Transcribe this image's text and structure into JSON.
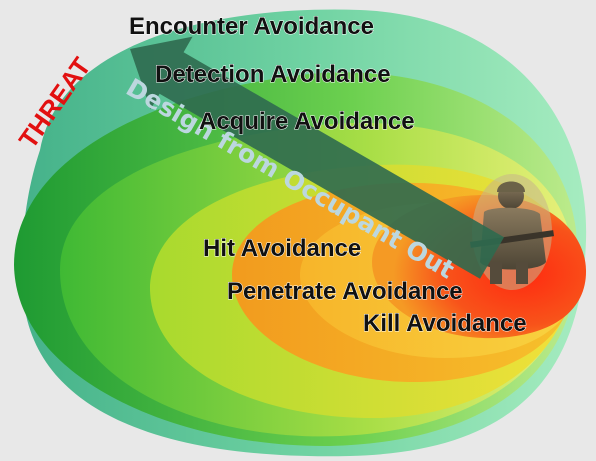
{
  "layers": [
    {
      "label": "Encounter Avoidance",
      "color": "#5fc79a"
    },
    {
      "label": "Detection Avoidance",
      "color": "#86d96a"
    },
    {
      "label": "Acquire Avoidance",
      "color": "#c4e24a"
    },
    {
      "label": "Hit Avoidance",
      "color": "#f0a126"
    },
    {
      "label": "Penetrate Avoidance",
      "color": "#f7c530"
    },
    {
      "label": "Kill Avoidance",
      "color": "#f53a12"
    }
  ],
  "threat": {
    "label": "THREAT",
    "color": "#e21010"
  },
  "arrow": {
    "label": "Design from Occupant Out",
    "color": "#2f6a4f"
  },
  "occupant": {
    "icon": "soldier-icon"
  }
}
